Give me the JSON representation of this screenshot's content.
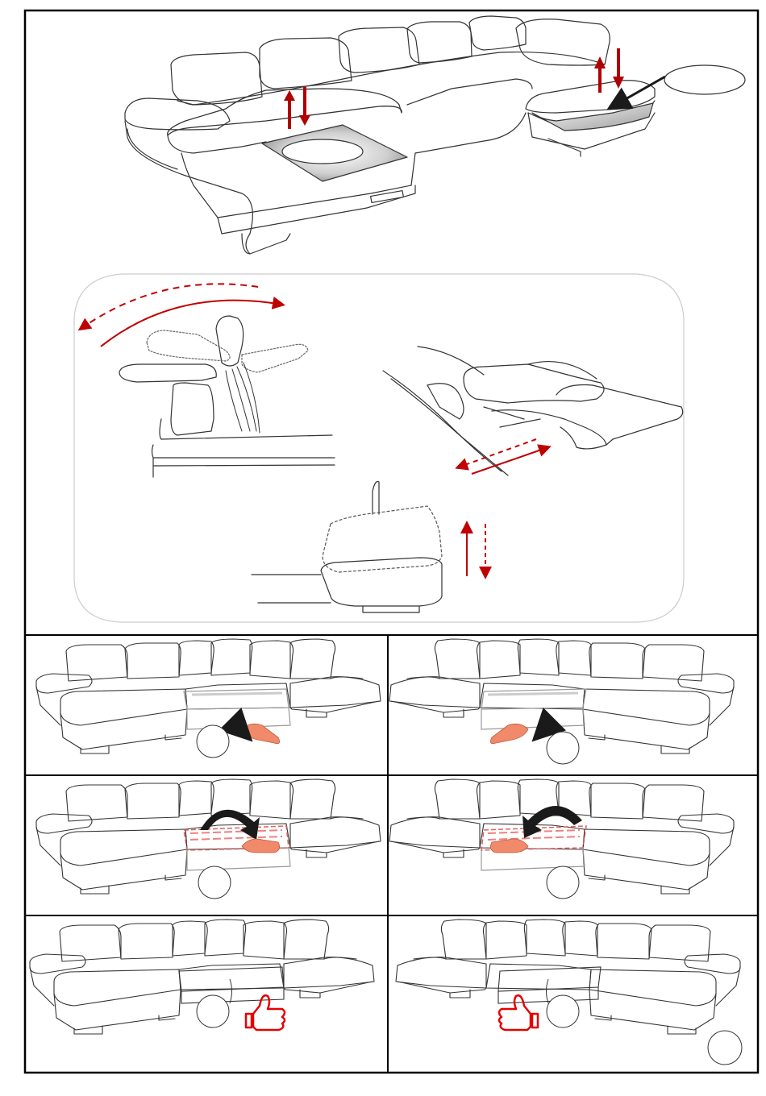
{
  "colors": {
    "frame": "#000000",
    "line": "#333333",
    "accent_red": "#c00000",
    "bright_red": "#e60000",
    "skin": "#f08a6a",
    "arrow_dark": "#1a1a1a",
    "shade": "#9a9a9a"
  },
  "icons": {
    "thumb": "thumbs-up-icon",
    "up_down": "up-down-arrows-icon",
    "curved": "curved-arrow-icon"
  },
  "sections": {
    "overview": {
      "label": ""
    },
    "adjust": {
      "label": ""
    },
    "steps": [
      {
        "id": "left-1",
        "badge": ""
      },
      {
        "id": "right-1",
        "badge": ""
      },
      {
        "id": "left-2",
        "badge": ""
      },
      {
        "id": "right-2",
        "badge": ""
      },
      {
        "id": "left-3",
        "badge": ""
      },
      {
        "id": "right-3",
        "badge": ""
      }
    ],
    "corner_badge": ""
  }
}
